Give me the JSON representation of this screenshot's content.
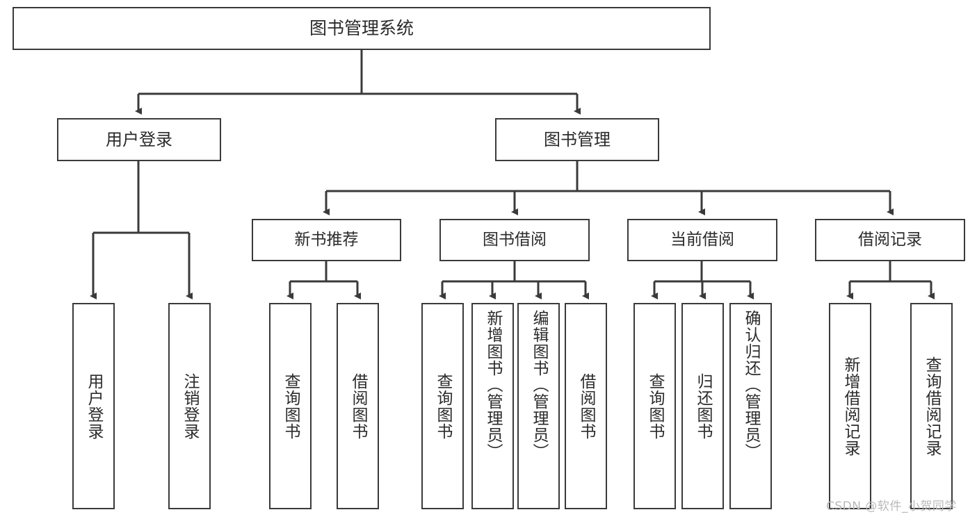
{
  "diagram": {
    "type": "tree-hierarchy-diagram",
    "title": "图书管理系统",
    "root": {
      "id": "root",
      "label": "图书管理系统"
    },
    "level2": [
      {
        "id": "user-login",
        "label": "用户登录"
      },
      {
        "id": "book-management",
        "label": "图书管理"
      }
    ],
    "level3": [
      {
        "id": "new-book-recommend",
        "label": "新书推荐",
        "parent": "book-management"
      },
      {
        "id": "book-borrow",
        "label": "图书借阅",
        "parent": "book-management"
      },
      {
        "id": "current-borrow",
        "label": "当前借阅",
        "parent": "book-management"
      },
      {
        "id": "borrow-record",
        "label": "借阅记录",
        "parent": "book-management"
      }
    ],
    "leaves": [
      {
        "id": "leaf-user-login",
        "label": "用户登录",
        "parent": "user-login"
      },
      {
        "id": "leaf-logout-login",
        "label": "注销登录",
        "parent": "user-login"
      },
      {
        "id": "leaf-query-book-1",
        "label": "查询图书",
        "parent": "new-book-recommend"
      },
      {
        "id": "leaf-borrow-book-1",
        "label": "借阅图书",
        "parent": "new-book-recommend"
      },
      {
        "id": "leaf-query-book-2",
        "label": "查询图书",
        "parent": "book-borrow"
      },
      {
        "id": "leaf-add-book",
        "label": "新增图书（管理员）",
        "parent": "book-borrow"
      },
      {
        "id": "leaf-edit-book",
        "label": "编辑图书（管理员）",
        "parent": "book-borrow"
      },
      {
        "id": "leaf-borrow-book-2",
        "label": "借阅图书",
        "parent": "book-borrow"
      },
      {
        "id": "leaf-query-book-3",
        "label": "查询图书",
        "parent": "current-borrow"
      },
      {
        "id": "leaf-return-book",
        "label": "归还图书",
        "parent": "current-borrow"
      },
      {
        "id": "leaf-confirm-return",
        "label": "确认归还（管理员）",
        "parent": "current-borrow"
      },
      {
        "id": "leaf-add-borrow-record",
        "label": "新增借阅记录",
        "parent": "borrow-record"
      },
      {
        "id": "leaf-query-borrow-record",
        "label": "查询借阅记录",
        "parent": "borrow-record"
      }
    ],
    "watermark": "CSDN @软件_小贺同学",
    "colors": {
      "stroke": "#3a3a3a",
      "text": "#2b2b2b",
      "background": "#ffffff",
      "watermark": "#b9b9b9"
    }
  }
}
